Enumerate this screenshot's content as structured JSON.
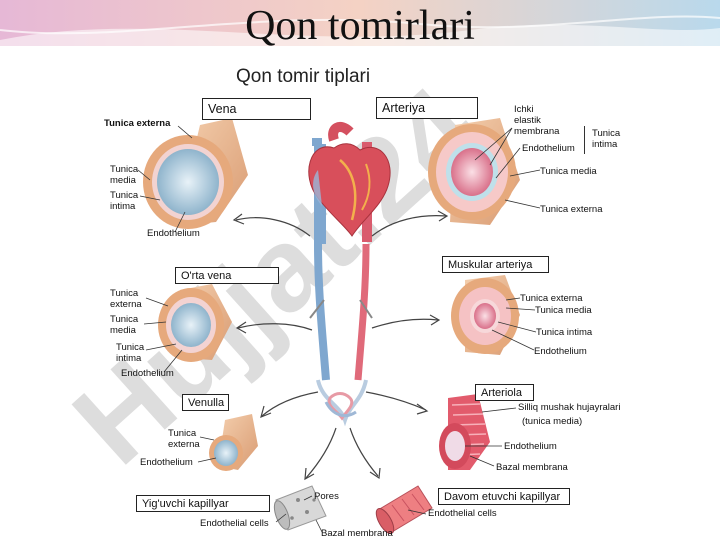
{
  "title": "Qon tomirlari",
  "subtitle": "Qon tomir tiplari",
  "watermark": "Hujjat.24",
  "colors": {
    "vein": "#9fb8d6",
    "artery": "#e47a86",
    "outer": "#e8b48c",
    "media": "#f3c7c7",
    "lumen_vein": "#cfe1ee",
    "lumen_artery": "#f1a9b5"
  },
  "boxes": {
    "vena": "Vena",
    "arteriya": "Arteriya",
    "orta_vena": "O'rta vena",
    "muskular_arteriya": "Muskular arteriya",
    "venula": "Venulla",
    "arteriola": "Arteriola",
    "yiguvchi": "Yig'uvchi kapillyar",
    "davom": "Davom etuvchi kapillyar"
  },
  "labels": {
    "vena_externa": "Tunica externa",
    "vena_media": "Tunica\nmedia",
    "vena_intima": "Tunica\nintima",
    "vena_endo": "Endothelium",
    "art_ichki": "Ichki\nelastik\nmembrana",
    "art_endo": "Endothelium",
    "art_intima": "Tunica\nintima",
    "art_media": "Tunica media",
    "art_externa": "Tunica externa",
    "ov_externa": "Tunica\nexterna",
    "ov_media": "Tunica\nmedia",
    "ov_intima": "Tunica\nintima",
    "ov_endo": "Endothelium",
    "ma_externa": "Tunica externa",
    "ma_media": "Tunica media",
    "ma_intima": "Tunica intima",
    "ma_endo": "Endothelium",
    "vl_externa": "Tunica\nexterna",
    "vl_endo": "Endothelium",
    "al_silliq": "Silliq mushak hujayralari",
    "al_tunica": "(tunica media)",
    "al_endo": "Endothelium",
    "al_bazal": "Bazal membrana",
    "cap_pores": "Pores",
    "cap_endo1": "Endothelial cells",
    "cap_bazal": "Bazal membrana",
    "cap_endo2": "Endothelial cells"
  }
}
